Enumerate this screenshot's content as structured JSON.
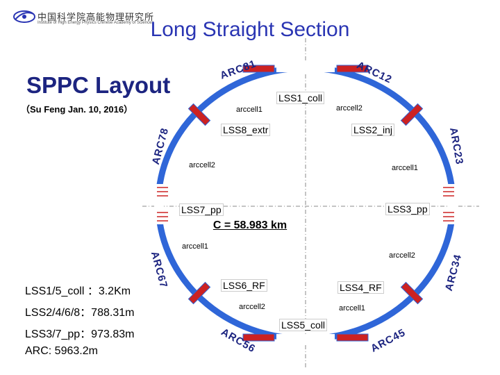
{
  "header": {
    "logo_cn": "中国科学院高能物理研究所",
    "logo_en": "Institute of High Energy Physics Chinese Academy of Sciences",
    "title": "Long Straight Section"
  },
  "layout": {
    "title": "SPPC Layout",
    "credit": "（Su Feng Jan. 10, 2016）",
    "circumference": "C = 58.983 km"
  },
  "arcs": {
    "arc81": "ARC81",
    "arc12": "ARC12",
    "arc78": "ARC78",
    "arc23": "ARC23",
    "arc67": "ARC67",
    "arc34": "ARC34",
    "arc56": "ARC56",
    "arc45": "ARC45"
  },
  "sections": {
    "lss1": "LSS1_coll",
    "lss2": "LSS2_inj",
    "lss3": "LSS3_pp",
    "lss4": "LSS4_RF",
    "lss5": "LSS5_coll",
    "lss6": "LSS6_RF",
    "lss7": "LSS7_pp",
    "lss8": "LSS8_extr"
  },
  "cells": {
    "top_left": "arccell1",
    "top_right": "arccell2",
    "upper_left": "arccell2",
    "upper_right": "arccell1",
    "lower_left": "arccell1",
    "lower_right": "arccell2",
    "bottom_left": "arccell2",
    "bottom_right": "arccell1"
  },
  "parameters": [
    "LSS1/5_coll ：3.2Km",
    "LSS2/4/6/8：788.31m",
    "LSS3/7_pp：973.83m",
    "ARC: 5963.2m"
  ],
  "colors": {
    "ring": "#2f66d8",
    "magnet": "#cc2222",
    "title": "#2a35b3",
    "arc_label": "#1c2480"
  }
}
